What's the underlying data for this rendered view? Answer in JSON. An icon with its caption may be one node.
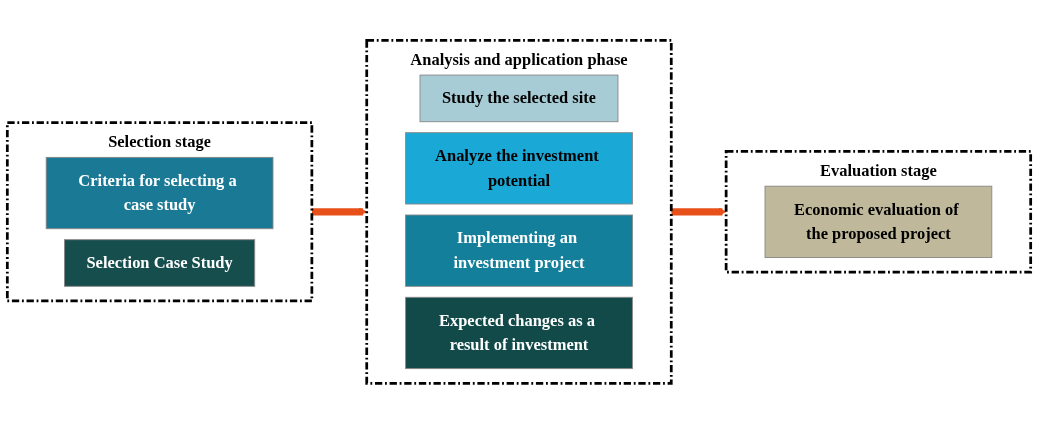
{
  "diagram": {
    "nodes": [
      {
        "text": [
          "Selection stage"
        ]
      },
      {
        "text": [
          "Criteria for selecting a case study"
        ],
        "in": 0
      },
      {
        "text": [
          "Selection Case Study"
        ],
        "in": 0
      },
      {
        "text": [
          "Analysis and application phase"
        ]
      },
      {
        "text": [
          "Study the selected site"
        ],
        "in": 3
      },
      {
        "text": [
          "Analyze the investment potential"
        ],
        "in": 3
      },
      {
        "text": [
          "Implementing an investment project"
        ],
        "in": 3
      },
      {
        "text": [
          "Expected changes as a result of investment"
        ],
        "in": 3
      },
      {
        "text": [
          "Evaluation stage"
        ]
      },
      {
        "text": [
          "Economic evaluation of the proposed project"
        ],
        "in": 8
      }
    ],
    "edges": [
      {
        "from": 0,
        "to": 3,
        "arrow": "to"
      },
      {
        "from": 3,
        "to": 8,
        "arrow": "to"
      }
    ]
  }
}
